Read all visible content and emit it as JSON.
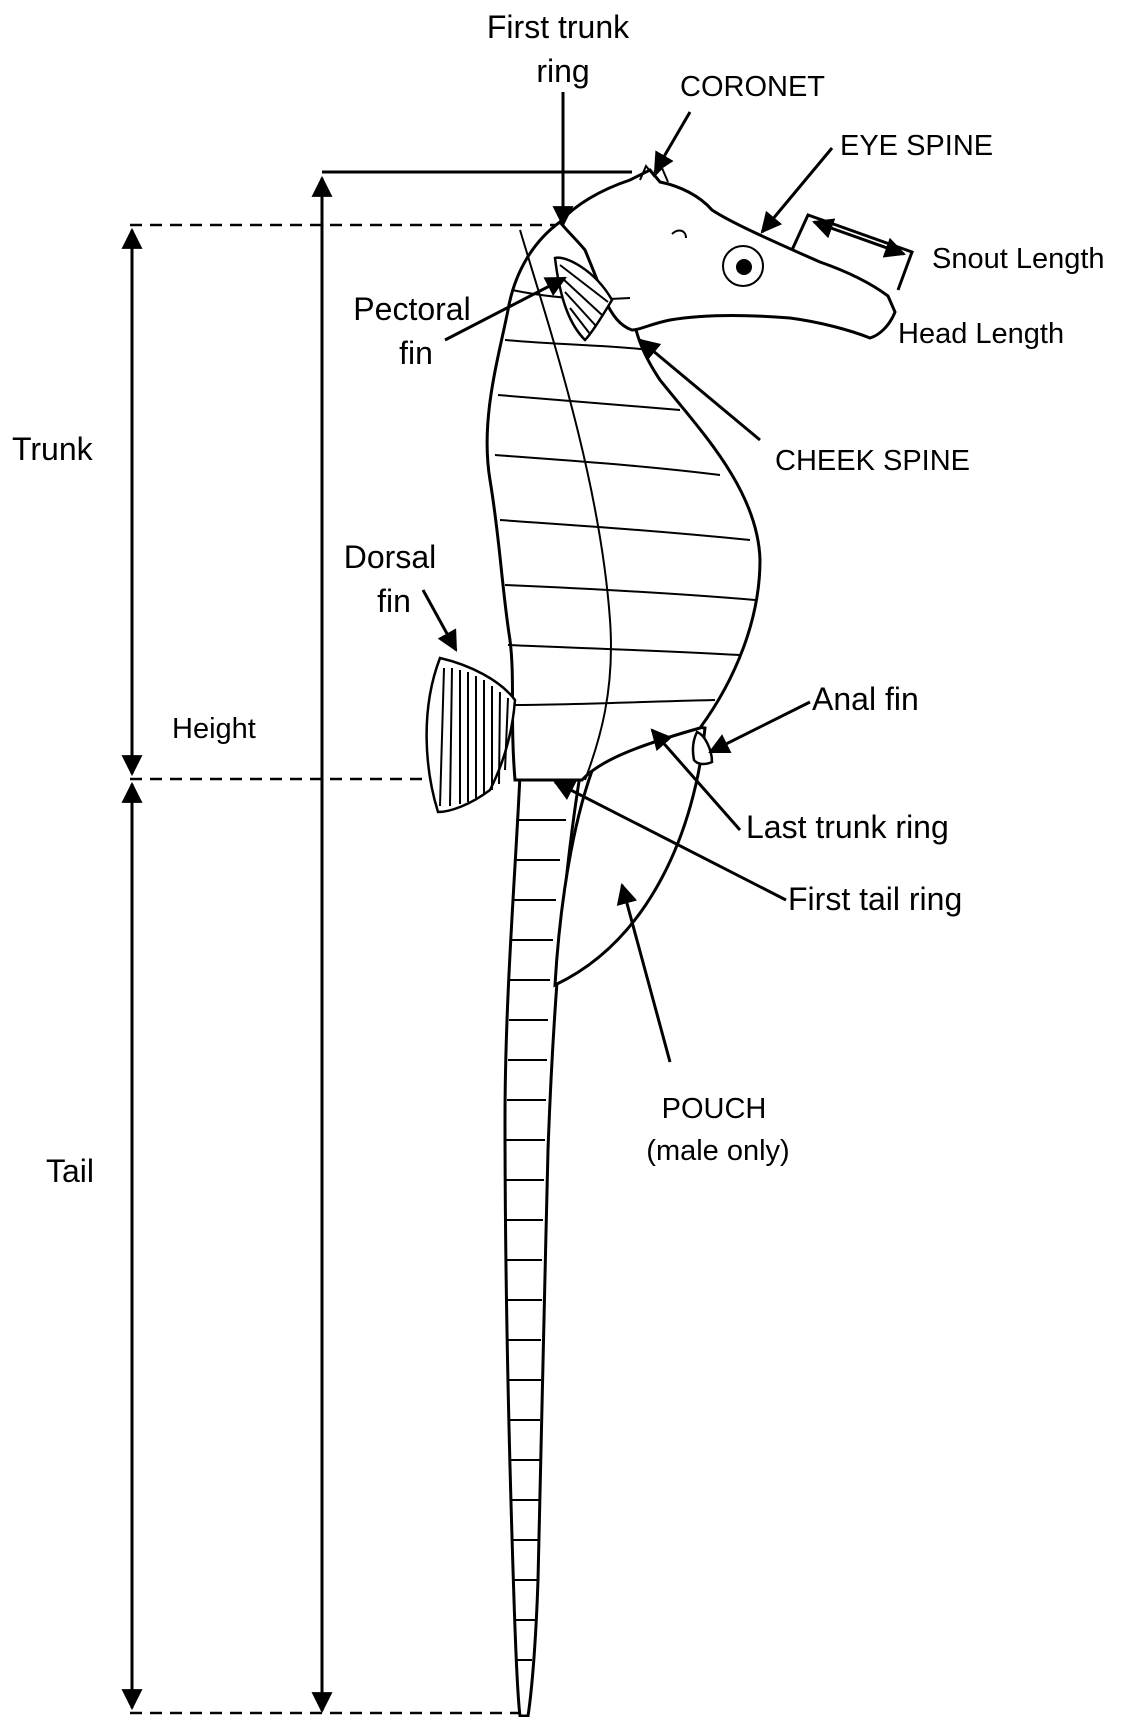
{
  "labels": {
    "first_trunk_ring": [
      "First trunk",
      "ring"
    ],
    "coronet": "CORONET",
    "eye_spine": "EYE SPINE",
    "snout_length": "Snout Length",
    "head_length": "Head Length",
    "pectoral_fin": [
      "Pectoral",
      "fin"
    ],
    "cheek_spine": "CHEEK SPINE",
    "trunk": "Trunk",
    "dorsal_fin": [
      "Dorsal",
      "fin"
    ],
    "anal_fin": "Anal fin",
    "height": "Height",
    "last_trunk_ring": "Last trunk ring",
    "first_tail_ring": "First tail ring",
    "tail": "Tail",
    "pouch": [
      "POUCH",
      "(male only)"
    ]
  }
}
